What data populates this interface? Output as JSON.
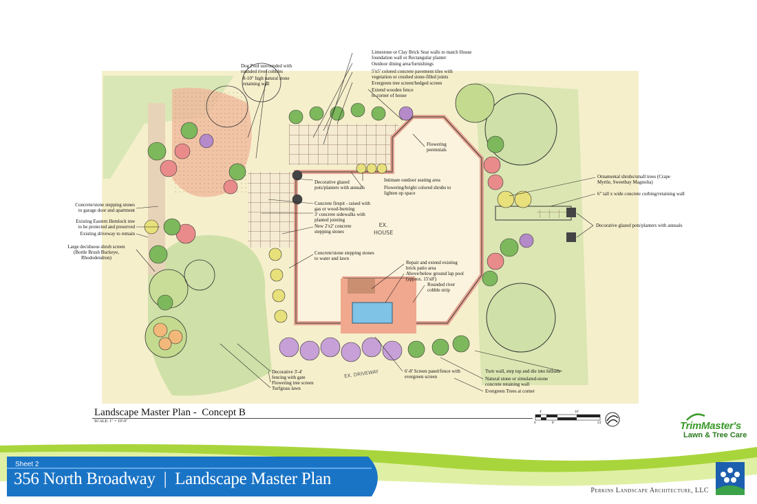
{
  "plan": {
    "title": "Landscape Master Plan -  Concept B",
    "scale": "SCALE: 1\" = 10'-0\"",
    "house_label": "EX.\nHOUSE",
    "driveway_label": "EX. DRIVEWAY"
  },
  "annotations": {
    "dog_pool": "Dog Pool surrounded with\nrounded river cobbles",
    "stone_wall": "8-10\" high natural stone\nretaining wall",
    "limestone": "Limestone or Clay Brick Seat walls to match House\nfoundation wall or Rectangular planter",
    "dining": "Outdoor dining area/furnishings",
    "pavement": "5'x5' colored concrete pavement tiles with\nvegetation or crushed stone-filled joints",
    "evergreen_screen": "Evergreen tree screen/hedged screen",
    "wood_fence": "Extend wooden fence\nto corner of house",
    "perennials": "Flowering\nperennials",
    "glazed_pots": "Decorative glazed\npots/planters with annuals",
    "seating": "Intimate outdoor seating area",
    "flowering_shrubs": "Flowering/bright colored shrubs to\nlighten up space",
    "firepit": "Concrete firepit - raised with\ngas or wood-burning",
    "sidewalk": "3' concrete sidewalks with\nplanted jointing",
    "stepping": "New 2'x2' concrete\nstepping stones",
    "stones_water": "Concrete/stone stepping stones\nto water and lawn",
    "brick_patio": "Repair and extend existing\nbrick patio area",
    "lap_pool": "Above/below ground lap pool\n(approx. 15'x8')",
    "cobble_strip": "Rounded river\ncobble strip",
    "stones_garage": "Concrete/stone stepping stones\nto garage door and apartment",
    "hemlock": "Existing Eastern Hemlock tree\nto be protected and preserved",
    "driveway": "Existing driveway to remain",
    "shrub_screen": "Large deciduous shrub screen\n(Bottle Brush Buckeye,\nRhododendron)",
    "ornamental": "Ornamental shrubs/small trees (Crape\nMyrtle, Sweetbay Magnolia)",
    "curbing": "6\" tall x wide concrete curbing/retaining wall",
    "pots_right": "Decorative glazed pots/planters with annuals",
    "turn_wall": "Turn wall, step top and die into hillside",
    "natural_stone": "Natural stone or simulated-stone\nconcrete retaining wall",
    "evergreen_corner": "Evergreen Trees at corner",
    "screen_panel": "6'-8' Screen panel/fence with\nevergreen screen",
    "decor_fence": "Decorative 3'-4'\nfencing with gate",
    "flowering_trees": "Flowering tree screen",
    "turf": "Turfgrass lawn"
  },
  "scale_bar": {
    "labels": [
      "0",
      "4'",
      "8'",
      "16'",
      "24'"
    ]
  },
  "brand": {
    "line1": "TrimMaster's",
    "line2": "Lawn & Tree Care"
  },
  "footer": {
    "sheet": "Sheet 2",
    "title": "356 North Broadway  |  Landscape Master Plan",
    "firm": "Perkins Landscape Architecture, LLC"
  },
  "colors": {
    "paper": "#f6efcc",
    "lawn": "#cfe0a8",
    "patio": "#f4c2a4",
    "brand_green": "#3a9a2a",
    "band_blue": "#1a74c6"
  }
}
